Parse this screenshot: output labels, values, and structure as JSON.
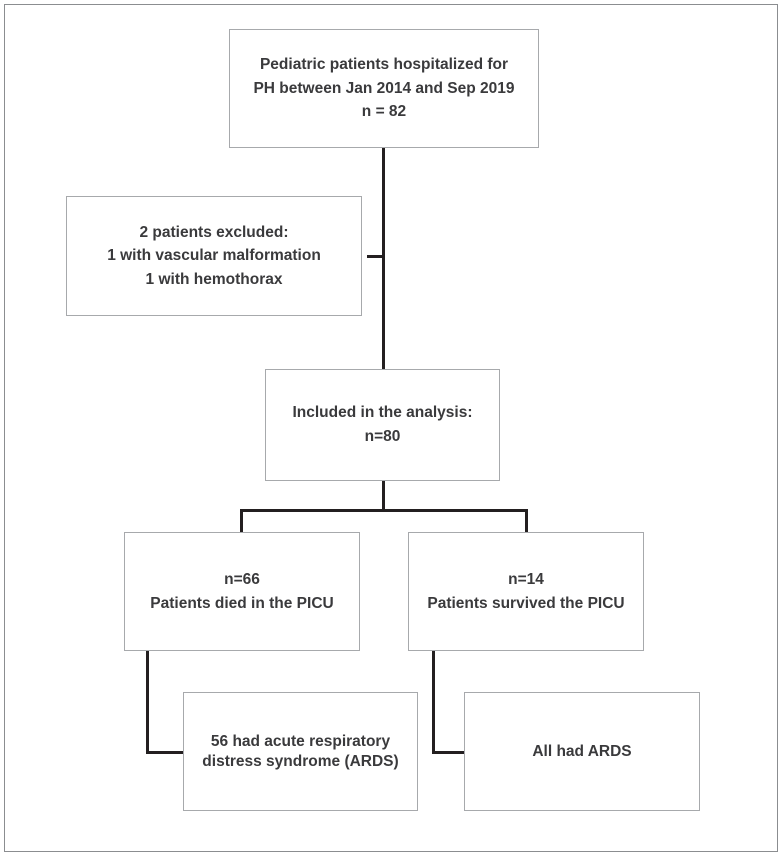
{
  "diagram": {
    "type": "flowchart",
    "title": "Patient enrollment flow diagram",
    "colors": {
      "box_border": "#a7a9ac",
      "connector": "#231f20",
      "text": "#3a3a3c",
      "frame": "#8b8d90",
      "background": "#ffffff"
    },
    "nodes": [
      {
        "id": "enrolled",
        "text": "Pediatric patients hospitalized for\nPH between Jan 2014 and Sep 2019\nn = 82",
        "count": 82
      },
      {
        "id": "excluded",
        "text": "2 patients excluded:\n1 with vascular malformation\n1 with hemothorax",
        "count": 2
      },
      {
        "id": "included",
        "text": "Included in the analysis:\nn=80",
        "count": 80
      },
      {
        "id": "died",
        "text": "n=66\nPatients died in the PICU",
        "count": 66
      },
      {
        "id": "survived",
        "text": "n=14\nPatients survived the PICU",
        "count": 14
      },
      {
        "id": "ards-died",
        "text": "56 had acute respiratory\ndistress syndrome (ARDS)",
        "count": 56
      },
      {
        "id": "ards-survived",
        "text": "All had ARDS",
        "count": null
      }
    ]
  }
}
